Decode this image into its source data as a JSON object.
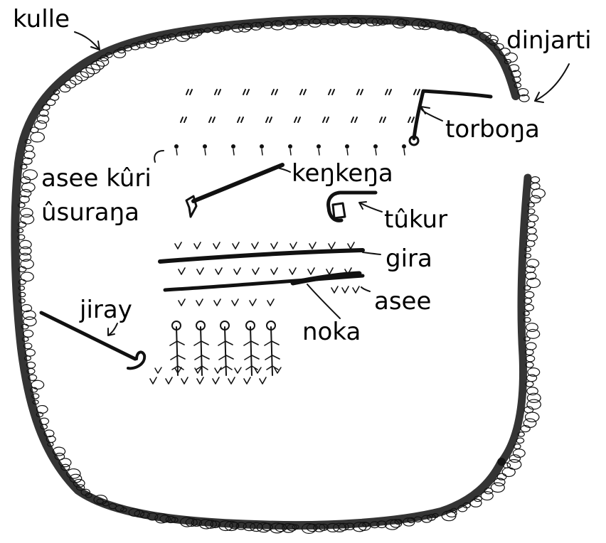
{
  "labels": {
    "kulle": "kulle",
    "dinjarti": "dinjarti",
    "torbona": "torboŋa",
    "asee_kuri": "asee kûri",
    "usurana": "ûsuraŋa",
    "kenkena": "keŋkeŋa",
    "tukur": "tûkur",
    "gira": "gira",
    "asee": "asee",
    "jiray": "jiray",
    "noka": "noka"
  }
}
